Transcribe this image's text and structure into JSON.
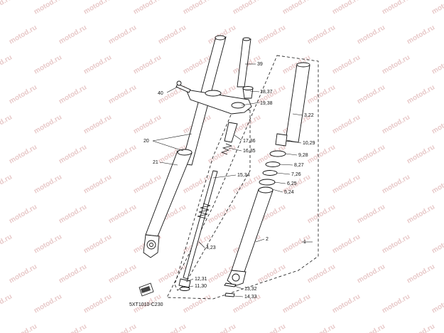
{
  "watermark": {
    "text": "motod.ru",
    "color": "#e8c9c9"
  },
  "diagram_code": "5XT1010-C230",
  "direction_icon": "front-arrow-icon",
  "callouts": [
    "39",
    "40",
    "18,37",
    "19,38",
    "20",
    "21",
    "17,36",
    "16,35",
    "15,34",
    "3,22",
    "10,29",
    "9,28",
    "8,27",
    "7,26",
    "6,25",
    "5,24",
    "1",
    "2",
    "4,23",
    "12,31",
    "11,30",
    "13,32",
    "14,33"
  ]
}
